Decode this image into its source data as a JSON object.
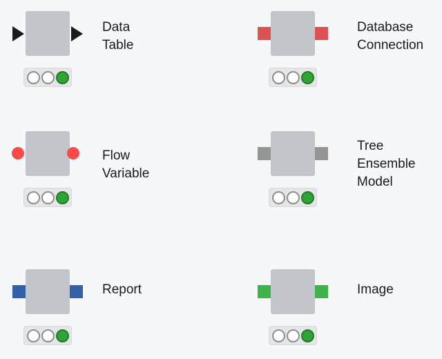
{
  "legend": {
    "items": [
      {
        "label": "Data\nTable",
        "port_shape": "triangle",
        "port_color": "#1b1b1b",
        "status": [
          "off",
          "off",
          "on"
        ]
      },
      {
        "label": "Database\nConnection",
        "port_shape": "square",
        "port_color": "#dc5252",
        "status": [
          "off",
          "off",
          "on"
        ]
      },
      {
        "label": "Flow\nVariable",
        "port_shape": "circle",
        "port_color": "#fa4b4b",
        "status": [
          "off",
          "off",
          "on"
        ]
      },
      {
        "label": "Tree\nEnsemble\nModel",
        "port_shape": "square",
        "port_color": "#949494",
        "status": [
          "off",
          "off",
          "on"
        ]
      },
      {
        "label": "Report",
        "port_shape": "square",
        "port_color": "#3161a8",
        "status": [
          "off",
          "off",
          "on"
        ]
      },
      {
        "label": "Image",
        "port_shape": "square",
        "port_color": "#3eb34a",
        "status": [
          "off",
          "off",
          "on"
        ]
      }
    ],
    "colors": {
      "background": "#f6f7f9",
      "node_body": "#c2c5c9",
      "traffic_light_bg": "#e4e6e8",
      "bulb_off": "#ffffff",
      "bulb_off_border": "#8d8d8d",
      "bulb_on": "#2fa335",
      "bulb_on_border": "#1e7d24",
      "text": "#1a1a1a"
    }
  }
}
